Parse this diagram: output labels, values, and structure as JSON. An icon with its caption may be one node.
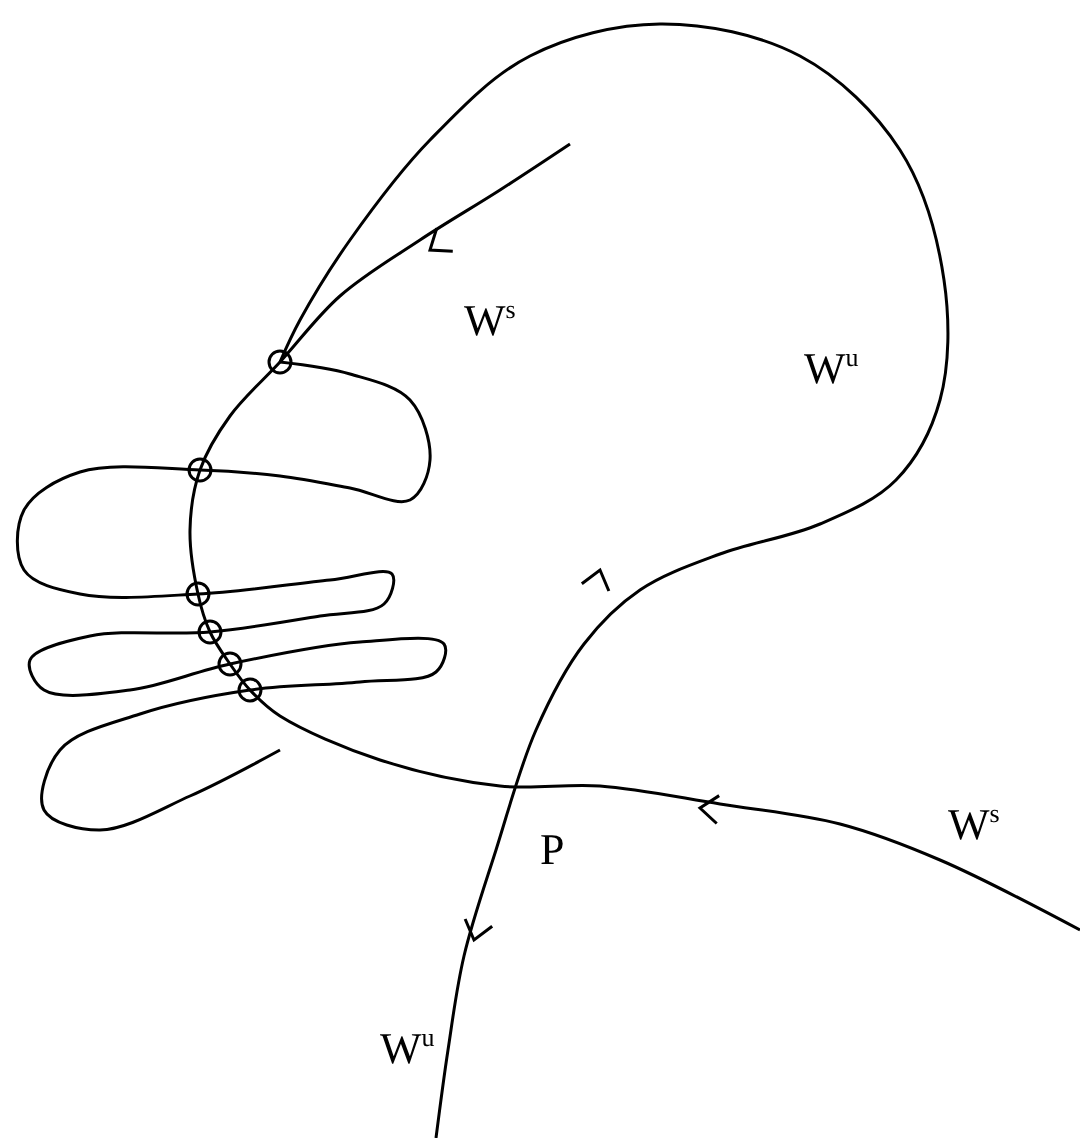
{
  "diagram": {
    "labels": [
      "W$^{s}$",
      "W$^{u}$",
      "P",
      "W$^{s}$",
      "W$^{u}$"
    ]
  }
}
